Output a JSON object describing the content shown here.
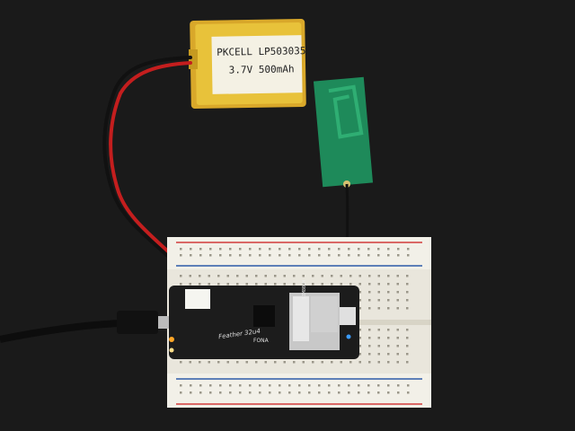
{
  "image": {
    "description_labels": {
      "battery_line1": "PKCELL LP503035",
      "battery_line2": "3.7V 500mAh",
      "module_label": "SIM800H",
      "board_label": "Feather 32u4",
      "board_sub": "FONA"
    }
  },
  "colors": {
    "background": "#1a1a1a",
    "battery": "#e8c23a",
    "antenna_pcb": "#1e8a5a",
    "breadboard": "#e9e6dc",
    "rail_red": "#d23a3a",
    "rail_blue": "#2d5aa8",
    "board": "#1c1c1c",
    "wire_red": "#c41e1e",
    "wire_black": "#111111"
  }
}
